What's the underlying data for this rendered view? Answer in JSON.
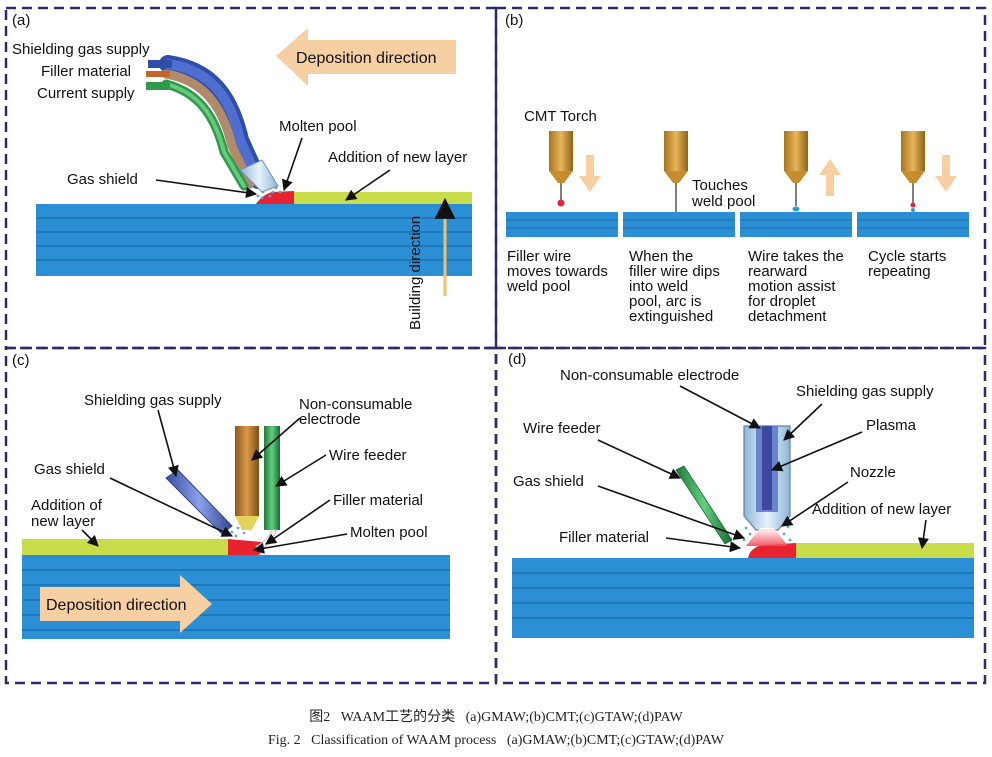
{
  "colors": {
    "frame": "#2b2d6a",
    "substrate": "#2b8fd6",
    "substrate_line": "#1a5f95",
    "new_layer": "#c9dc4a",
    "molten": "#e8222e",
    "arrow_fill": "#f6cfa3",
    "build_arrow": "#f2c06a"
  },
  "panel_a": {
    "tag": "(a)",
    "shielding_gas_supply": "Shielding gas supply",
    "filler_material": "Filler material",
    "current_supply": "Current supply",
    "deposition_direction": "Deposition direction",
    "molten_pool": "Molten pool",
    "addition_of_new_layer": "Addition of new layer",
    "gas_shield": "Gas shield",
    "building_direction": "Building direction"
  },
  "panel_b": {
    "tag": "(b)",
    "cmt_torch": "CMT Torch",
    "touches": "Touches",
    "weld_pool": "weld pool",
    "step1": [
      "Filler wire",
      "moves towards",
      "weld pool"
    ],
    "step2": [
      "When the",
      "filler wire dips",
      "into weld",
      "pool, arc is",
      "extinguished"
    ],
    "step3": [
      "Wire takes the",
      "rearward",
      "motion assist",
      "for droplet",
      "detachment"
    ],
    "step4": [
      "Cycle starts",
      "repeating"
    ]
  },
  "panel_c": {
    "tag": "(c)",
    "shielding_gas_supply": "Shielding gas supply",
    "non_consumable_electrode": [
      "Non-consumable",
      "electrode"
    ],
    "wire_feeder": "Wire feeder",
    "gas_shield": "Gas shield",
    "filler_material": "Filler material",
    "addition_of_new_layer": [
      "Addition of",
      "new layer"
    ],
    "molten_pool": "Molten pool",
    "deposition_direction": "Deposition direction"
  },
  "panel_d": {
    "tag": "(d)",
    "non_consumable_electrode": "Non-consumable electrode",
    "shielding_gas_supply": "Shielding gas supply",
    "wire_feeder": "Wire feeder",
    "plasma": "Plasma",
    "nozzle": "Nozzle",
    "gas_shield": "Gas shield",
    "addition_of_new_layer": "Addition of new layer",
    "filler_material": "Filler material"
  },
  "caption": {
    "cn": "图2   WAAM工艺的分类   (a)GMAW;(b)CMT;(c)GTAW;(d)PAW",
    "en": "Fig. 2   Classification of WAAM process   (a)GMAW;(b)CMT;(c)GTAW;(d)PAW"
  }
}
